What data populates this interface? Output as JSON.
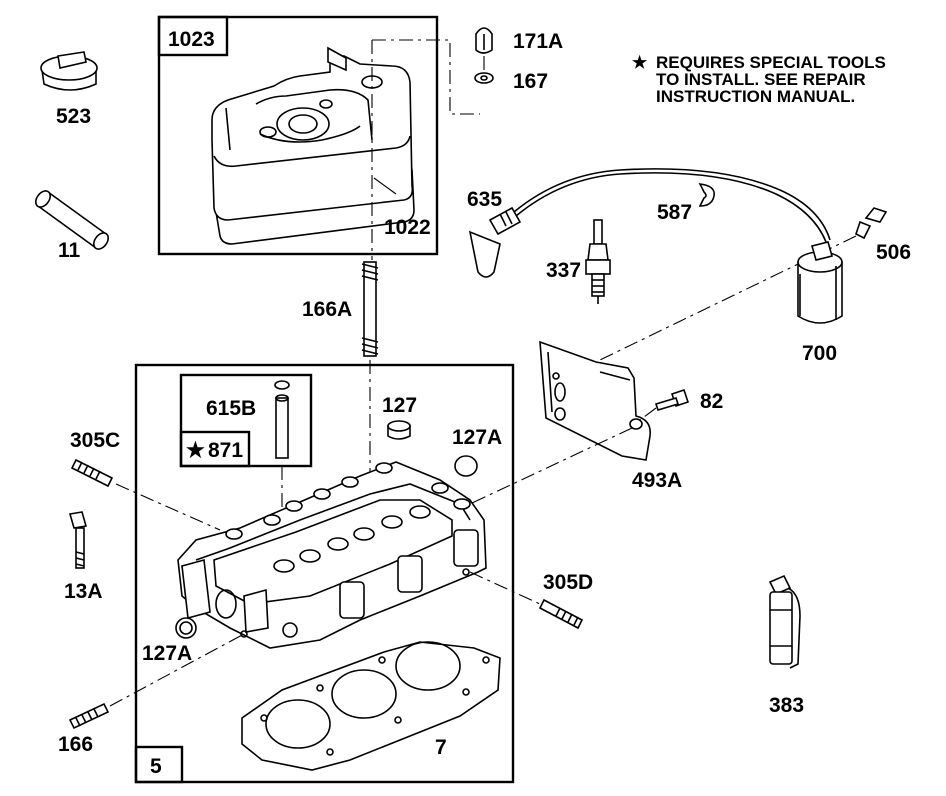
{
  "note": {
    "star": "★",
    "lines": [
      "REQUIRES SPECIAL TOOLS",
      "TO INSTALL.  SEE REPAIR",
      "INSTRUCTION MANUAL."
    ]
  },
  "labels": {
    "p1023": "1023",
    "p171A": "171A",
    "p167": "167",
    "p523": "523",
    "p11": "11",
    "p1022": "1022",
    "p635": "635",
    "p587": "587",
    "p506": "506",
    "p337": "337",
    "p166A": "166A",
    "p700": "700",
    "p615B": "615B",
    "p127": "127",
    "p82": "82",
    "p871": "871",
    "p871_star": "★",
    "p305C": "305C",
    "p127A_top": "127A",
    "p493A": "493A",
    "p13A": "13A",
    "p305D": "305D",
    "p127A_bottom": "127A",
    "p383": "383",
    "p166": "166",
    "p7": "7",
    "p5": "5"
  }
}
